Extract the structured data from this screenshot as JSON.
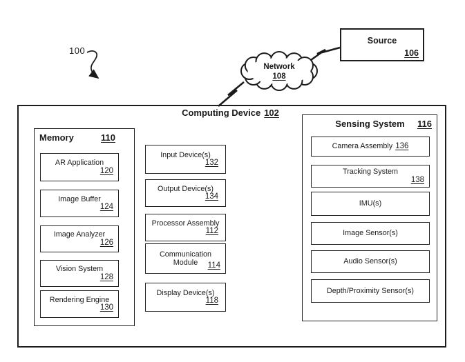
{
  "colors": {
    "ink": "#1b1b1b",
    "background": "#ffffff"
  },
  "figure_label": "100",
  "shapes": {
    "network_cloud": "cloud-icon",
    "connectors": "lightning-bolt-icon",
    "figure_pointer": "curved-arrow-icon"
  },
  "network": {
    "label": "Network",
    "ref": "108"
  },
  "source": {
    "label": "Source",
    "ref": "106"
  },
  "computing_device": {
    "label": "Computing Device",
    "ref": "102"
  },
  "memory": {
    "label": "Memory",
    "ref": "110",
    "items": [
      {
        "label": "AR Application",
        "ref": "120"
      },
      {
        "label": "Image Buffer",
        "ref": "124"
      },
      {
        "label": "Image Analyzer",
        "ref": "126"
      },
      {
        "label": "Vision System",
        "ref": "128"
      },
      {
        "label": "Rendering Engine",
        "ref": "130"
      }
    ]
  },
  "device_components": [
    {
      "label": "Input Device(s)",
      "ref": "132"
    },
    {
      "label": "Output Device(s)",
      "ref": "134"
    },
    {
      "label": "Processor Assembly",
      "ref": "112"
    },
    {
      "label": "Communication Module",
      "line1": "Communication",
      "line2": "Module",
      "ref": "114"
    },
    {
      "label": "Display Device(s)",
      "ref": "118"
    }
  ],
  "sensing_system": {
    "label": "Sensing System",
    "ref": "116",
    "items": [
      {
        "label": "Camera Assembly",
        "ref": "136"
      },
      {
        "label": "Tracking System",
        "ref": "138"
      },
      {
        "label": "IMU(s)",
        "ref": ""
      },
      {
        "label": "Image Sensor(s)",
        "ref": ""
      },
      {
        "label": "Audio Sensor(s)",
        "ref": ""
      },
      {
        "label": "Depth/Proximity Sensor(s)",
        "ref": ""
      }
    ]
  }
}
